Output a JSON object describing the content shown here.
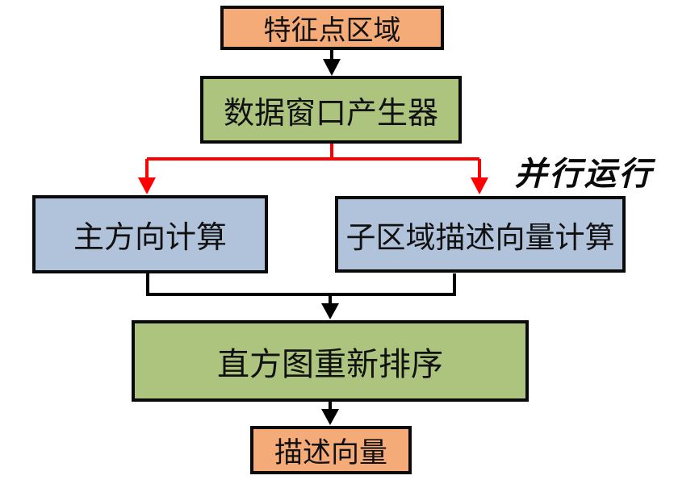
{
  "diagram": {
    "type": "flowchart",
    "nodes": {
      "feature_region": {
        "label": "特征点区域",
        "fill": "#F5AB77",
        "shape": "rect"
      },
      "window_generator": {
        "label": "数据窗口产生器",
        "fill": "#ACC47E",
        "shape": "rect"
      },
      "main_direction": {
        "label": "主方向计算",
        "fill": "#B1C3DB",
        "shape": "rect"
      },
      "subregion_descriptor": {
        "label": "子区域描述向量计算",
        "fill": "#B1C3DB",
        "shape": "rect"
      },
      "histogram_reorder": {
        "label": "直方图重新排序",
        "fill": "#ACC47E",
        "shape": "rect"
      },
      "descriptor_vector": {
        "label": "描述向量",
        "fill": "#F5AB77",
        "shape": "rect"
      }
    },
    "edges": [
      {
        "from": "特征点区域",
        "to": "数据窗口产生器",
        "color": "black"
      },
      {
        "from": "数据窗口产生器",
        "to": "主方向计算",
        "color": "red"
      },
      {
        "from": "数据窗口产生器",
        "to": "子区域描述向量计算",
        "color": "red"
      },
      {
        "from": "主方向计算",
        "to": "直方图重新排序",
        "color": "black"
      },
      {
        "from": "子区域描述向量计算",
        "to": "直方图重新排序",
        "color": "black"
      },
      {
        "from": "直方图重新排序",
        "to": "描述向量",
        "color": "black"
      }
    ],
    "annotations": {
      "parallel_label": "并行运行"
    },
    "colors": {
      "node_orange": "#F5AB77",
      "node_green": "#ACC47E",
      "node_blue": "#B1C3DB",
      "border_black": "#0A0A0A",
      "arrow_black": "#000000",
      "arrow_red": "#FF0000",
      "background": "#FFFFFF"
    }
  }
}
